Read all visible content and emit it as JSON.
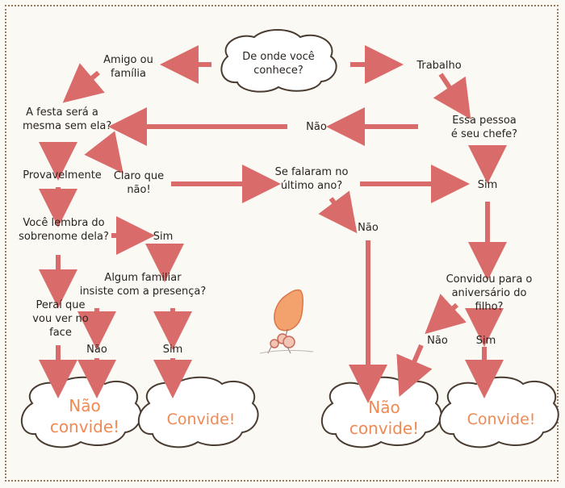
{
  "colors": {
    "arrow": "#d96b6b",
    "cloud_stroke": "#4a3c30",
    "result_text": "#ef8a55",
    "frame": "#9a7a5c"
  },
  "nodes": {
    "start": "De onde você\nconhece?",
    "friend": "Amigo ou\nfamília",
    "work": "Trabalho",
    "party": "A festa será a\nmesma sem ela?",
    "no_top": "Não",
    "boss": "Essa pessoa\né seu chefe?",
    "probably": "Provavelmente",
    "of_course": "Claro que\nnão!",
    "talked": "Se falaram no\núltimo ano?",
    "sim_right": "Sim",
    "surname": "Você lembra do\nsobrenome dela?",
    "sim_surname": "Sim",
    "no_talked": "Não",
    "relative": "Algum familiar\ninsiste com a presença?",
    "facebook": "Peraí que\nvou ver no\nface",
    "no_relative": "Não",
    "sim_relative": "Sim",
    "birthday": "Convidou para o\naniversário do\nfilho?",
    "no_birthday": "Não",
    "sim_birthday": "Sim",
    "result_1": "Não\nconvide!",
    "result_2": "Convide!",
    "result_3": "Não\nconvide!",
    "result_4": "Convide!"
  },
  "icon": "ant-with-balloon-icon"
}
